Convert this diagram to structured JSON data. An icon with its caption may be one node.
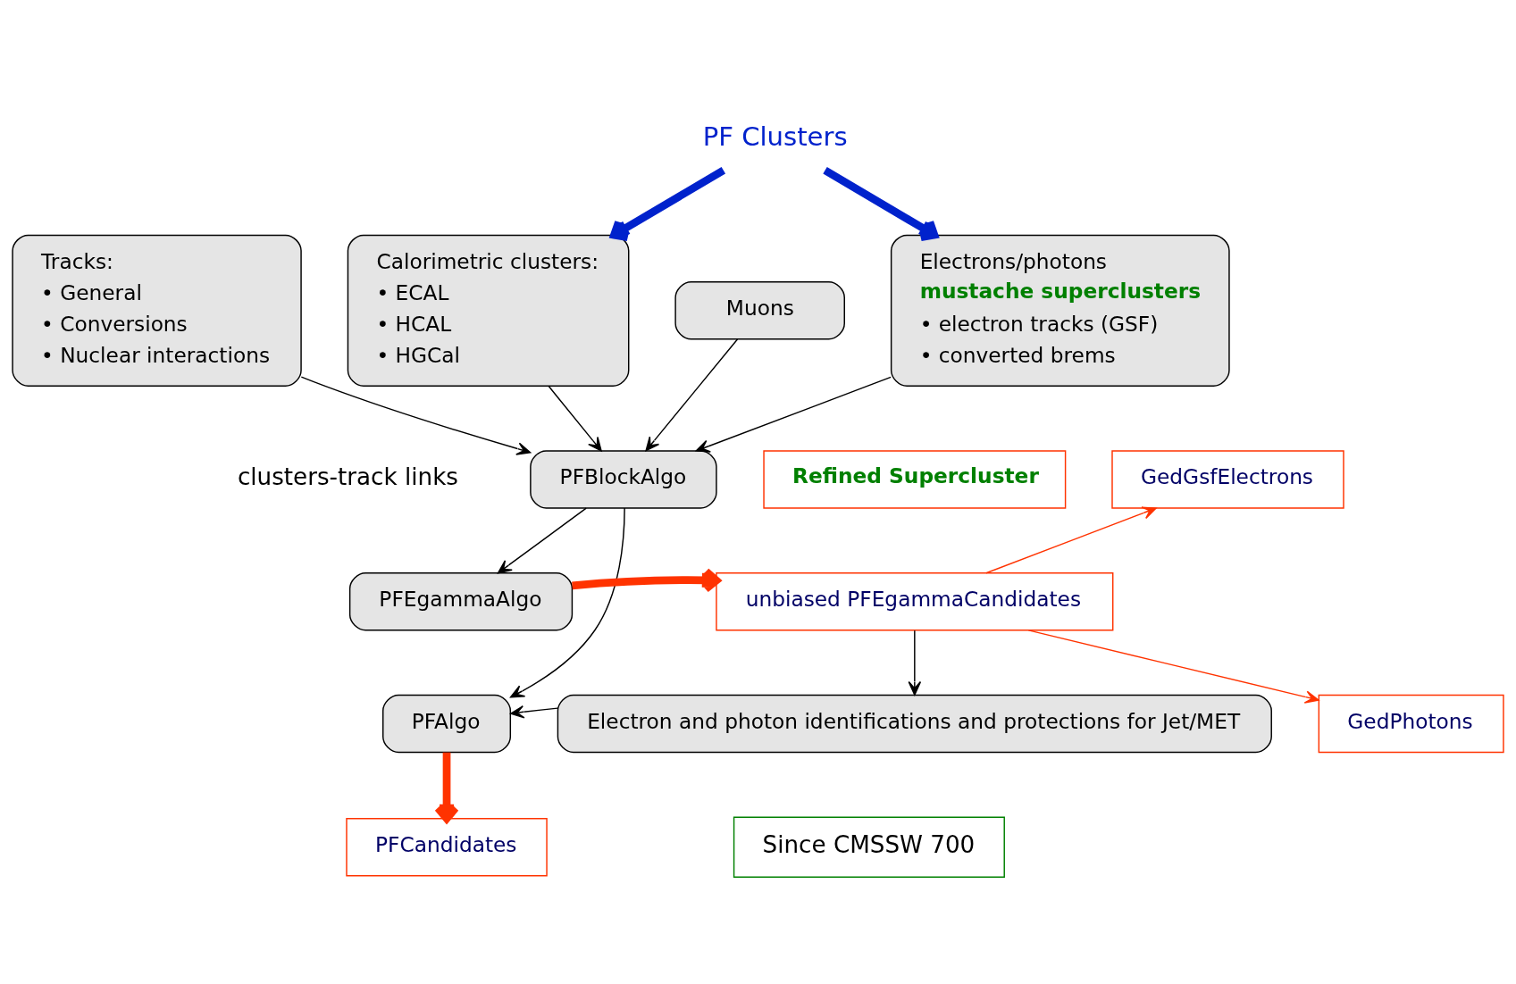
{
  "diagram": {
    "nodes": [
      {
        "text": [
          "PF Clusters"
        ]
      },
      {
        "text": [
          "Tracks:",
          "• General",
          "• Conversions",
          "• Nuclear interactions"
        ]
      },
      {
        "text": [
          "Calorimetric clusters:",
          "• ECAL",
          "• HCAL",
          "• HGCal"
        ]
      },
      {
        "text": [
          "Muons"
        ]
      },
      {
        "text": [
          "Electrons/photons",
          "mustache superclusters",
          "• electron tracks (GSF)",
          "• converted brems"
        ]
      },
      {
        "text": [
          "PFBlockAlgo"
        ]
      },
      {
        "text": [
          "PFEgammaAlgo"
        ]
      },
      {
        "text": [
          "Refined Supercluster"
        ]
      },
      {
        "text": [
          "unbiased PFEgammaCandidates"
        ]
      },
      {
        "text": [
          "GedGsfElectrons"
        ]
      },
      {
        "text": [
          "GedPhotons"
        ]
      },
      {
        "text": [
          "PFAlgo"
        ]
      },
      {
        "text": [
          "Electron and photon identifications and protections for Jet/MET"
        ]
      },
      {
        "text": [
          "PFCandidates"
        ]
      },
      {
        "text": [
          "Since CMSSW 700"
        ]
      }
    ],
    "edges": [
      {
        "from": 0,
        "to": 2,
        "arrow": "to",
        "style": "thick",
        "color": "#0022cc"
      },
      {
        "from": 0,
        "to": 4,
        "arrow": "to",
        "style": "thick",
        "color": "#0022cc"
      },
      {
        "from": 1,
        "to": 5,
        "arrow": "to"
      },
      {
        "from": 2,
        "to": 5,
        "arrow": "to"
      },
      {
        "from": 3,
        "to": 5,
        "arrow": "to"
      },
      {
        "from": 4,
        "to": 5,
        "arrow": "to"
      },
      {
        "from": 5,
        "to": 6,
        "arrow": "to"
      },
      {
        "from": 5,
        "to": 11,
        "arrow": "to"
      },
      {
        "from": 6,
        "to": 8,
        "arrow": "to",
        "style": "thick",
        "color": "#ff3300"
      },
      {
        "from": 8,
        "to": 9,
        "arrow": "to",
        "color": "#ff3300"
      },
      {
        "from": 8,
        "to": 10,
        "arrow": "to",
        "color": "#ff3300"
      },
      {
        "from": 8,
        "to": 12,
        "arrow": "to"
      },
      {
        "from": 12,
        "to": 11,
        "arrow": "to"
      },
      {
        "from": 11,
        "to": 13,
        "arrow": "to",
        "style": "thick",
        "color": "#ff3300"
      }
    ],
    "labels": [
      "clusters-track links"
    ]
  }
}
